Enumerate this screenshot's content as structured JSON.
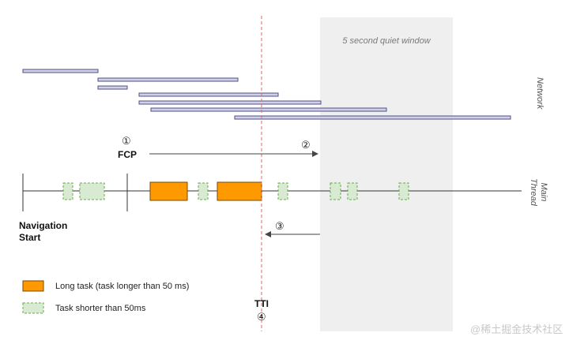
{
  "quiet_window": {
    "label": "5 second quiet window"
  },
  "lanes": {
    "network": "Network",
    "main_thread": "Main\nThread"
  },
  "markers": {
    "step1": "①",
    "fcp": "FCP",
    "step2": "②",
    "step3": "③",
    "tti": "TTI",
    "step4": "④",
    "navigation_start": "Navigation\nStart"
  },
  "legend": {
    "long_task": "Long task (task longer than 50 ms)",
    "short_task": "Task shorter than 50ms"
  },
  "watermark": "@稀土掘金技术社区",
  "colors": {
    "long_task": "#ff9900",
    "short_task": "#d9ead3",
    "short_task_border": "#6aa84f",
    "network_bar": "#d0d0e8",
    "network_border": "#505080",
    "tti_line": "#e06666",
    "quiet_window_bg": "#efefef"
  }
}
